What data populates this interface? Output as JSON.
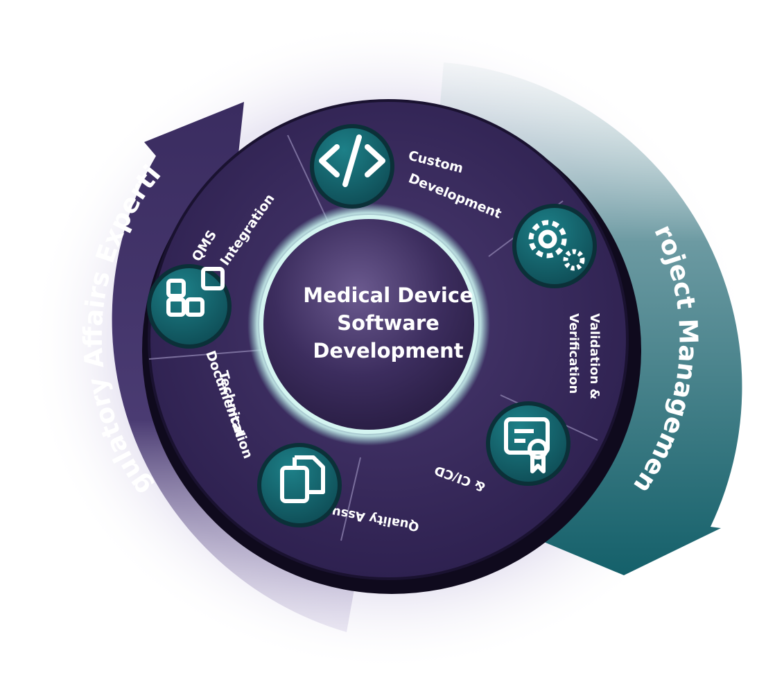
{
  "center": {
    "line1": "Medical Device",
    "line2": "Software",
    "line3": "Development"
  },
  "arcs": {
    "left": "Regulatory Affairs Expertise",
    "right": "Project Management"
  },
  "segments": [
    {
      "id": "custom-development",
      "line1": "Custom",
      "line2": "Development",
      "icon": "code-icon"
    },
    {
      "id": "validation-verification",
      "line1": "Validation &",
      "line2": "Verification",
      "icon": "gears-icon"
    },
    {
      "id": "quality-assurance",
      "line1": "Quality Assurance",
      "line2": "& CI/CD",
      "icon": "certificate-icon"
    },
    {
      "id": "technical-documentation",
      "line1": "Technical",
      "line2": "Documentation",
      "icon": "documents-icon"
    },
    {
      "id": "qms-integration",
      "line1": "QMS",
      "line2": "Integration",
      "icon": "blocks-icon"
    }
  ],
  "colors": {
    "ring": "#3a2a5c",
    "ring_dark": "#241a3d",
    "arc_left": "#3b2d62",
    "arc_right": "#1f6470",
    "icon_teal": "#156c74",
    "icon_teal_dark": "#0d3f47",
    "text": "#ffffff"
  }
}
